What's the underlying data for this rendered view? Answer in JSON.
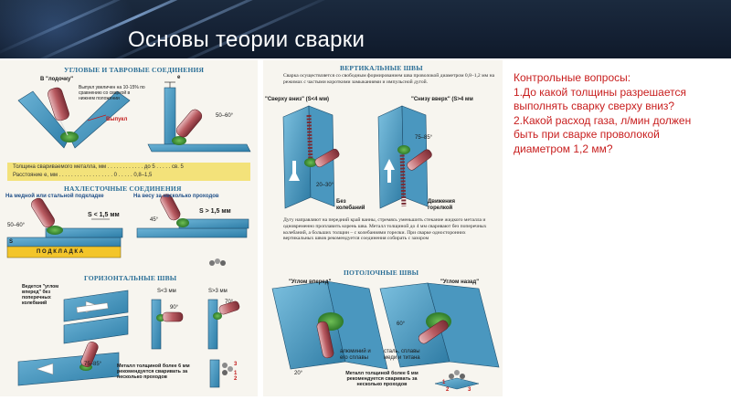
{
  "slide": {
    "title": "Основы теории сварки"
  },
  "questions": {
    "heading": "Контрольные вопросы:",
    "items": [
      "1.До какой толщины разрешается выполнять сварку сверху вниз?",
      "2.Какой расход газа, л/мин должен быть при сварке проволокой диаметром 1,2 мм?"
    ]
  },
  "scan_left": {
    "section_corner": "УГЛОВЫЕ И ТАВРОВЫЕ СОЕДИНЕНИЯ",
    "in_boat": "В \"лодочку\"",
    "bulge_note": "Выпукл увеличен на 10-15% по сравнению со сваркой в нижнем положении",
    "bulge_label": "Выпукл",
    "angle_corner": "50–60°",
    "mark_e": "e",
    "table_row1": "Толщина свариваемого металла, мм . . . . . . . . . . . . до 5 . . . . . св. 5",
    "table_row2": "Расстояние e, мм . . . . . . . . . . . . . . . . . . 0 . . . . . 0,8–1,5",
    "section_lap": "НАХЛЕСТОЧНЫЕ СОЕДИНЕНИЯ",
    "on_copper": "На медной или стальной подкладке",
    "overhead": "На весу за несколько проходов",
    "angle_lap": "50–60°",
    "s_small": "S < 1,5 мм",
    "s_large": "S > 1,5 мм",
    "angle_45": "45°",
    "mark_s": "S",
    "backing": "П О Д К Л А Д К А",
    "section_horizontal": "ГОРИЗОНТАЛЬНЫЕ ШВЫ",
    "forward_note": "Ведется \"углом вперед\" без поперечных колебаний",
    "s_lt3": "S<3 мм",
    "s_gt3": "S>3 мм",
    "angle_90": "90°",
    "angle_70": "70°",
    "angle_75": "75–85°",
    "thick_note": "Металл толщиной более 6 мм рекомендуется сваривать за несколько проходов",
    "pass_1": "1",
    "pass_2": "2",
    "pass_3": "3"
  },
  "scan_right": {
    "section_vertical": "ВЕРТИКАЛЬНЫЕ ШВЫ",
    "intro": "Сварка осуществляется со свободным формированием шва проволокой диаметром 0,8–1,2 мм на режимах с частыми короткими замыканиями и импульсной дугой.",
    "top_down": "\"Сверху вниз\" (S<4 мм)",
    "bottom_up": "\"Снизу вверх\" (S>4 мм",
    "angle_20": "20–30°",
    "angle_75": "75–85°",
    "no_osc": "Без колебаний",
    "torch_move": "Движения горелкой",
    "body_text": "Дугу направляют на передний край ванны, стремясь уменьшить стекание жидкого металла и одновременно проплавить корень шва. Металл толщиной до 4 мм сваривают без поперечных колебаний, а больших толщин – с колебаниями горелки. При сварке односторонних вертикальных швов рекомендуется соединения собирать с зазором",
    "section_ceiling": "ПОТОЛОЧНЫЕ ШВЫ",
    "angle_forward": "\"Углом вперед\"",
    "angle_back": "\"Углом назад\"",
    "aluminium": "алюминий и его сплавы",
    "steel": "сталь, сплавы меди и титана",
    "angle_60": "60°",
    "angle_20b": "20°",
    "thick_note": "Металл толщиной более 6 мм рекомендуется сваривать за несколько проходов",
    "pass_1": "1",
    "pass_2": "2",
    "pass_3": "3"
  },
  "colors": {
    "title_bg": "#142033",
    "question_text": "#c81e1e",
    "scan_bg": "#f7f5ef",
    "plate_blue": "#3a8fb8",
    "section_title": "#2a6e96",
    "table_yellow": "#f3e27a"
  }
}
